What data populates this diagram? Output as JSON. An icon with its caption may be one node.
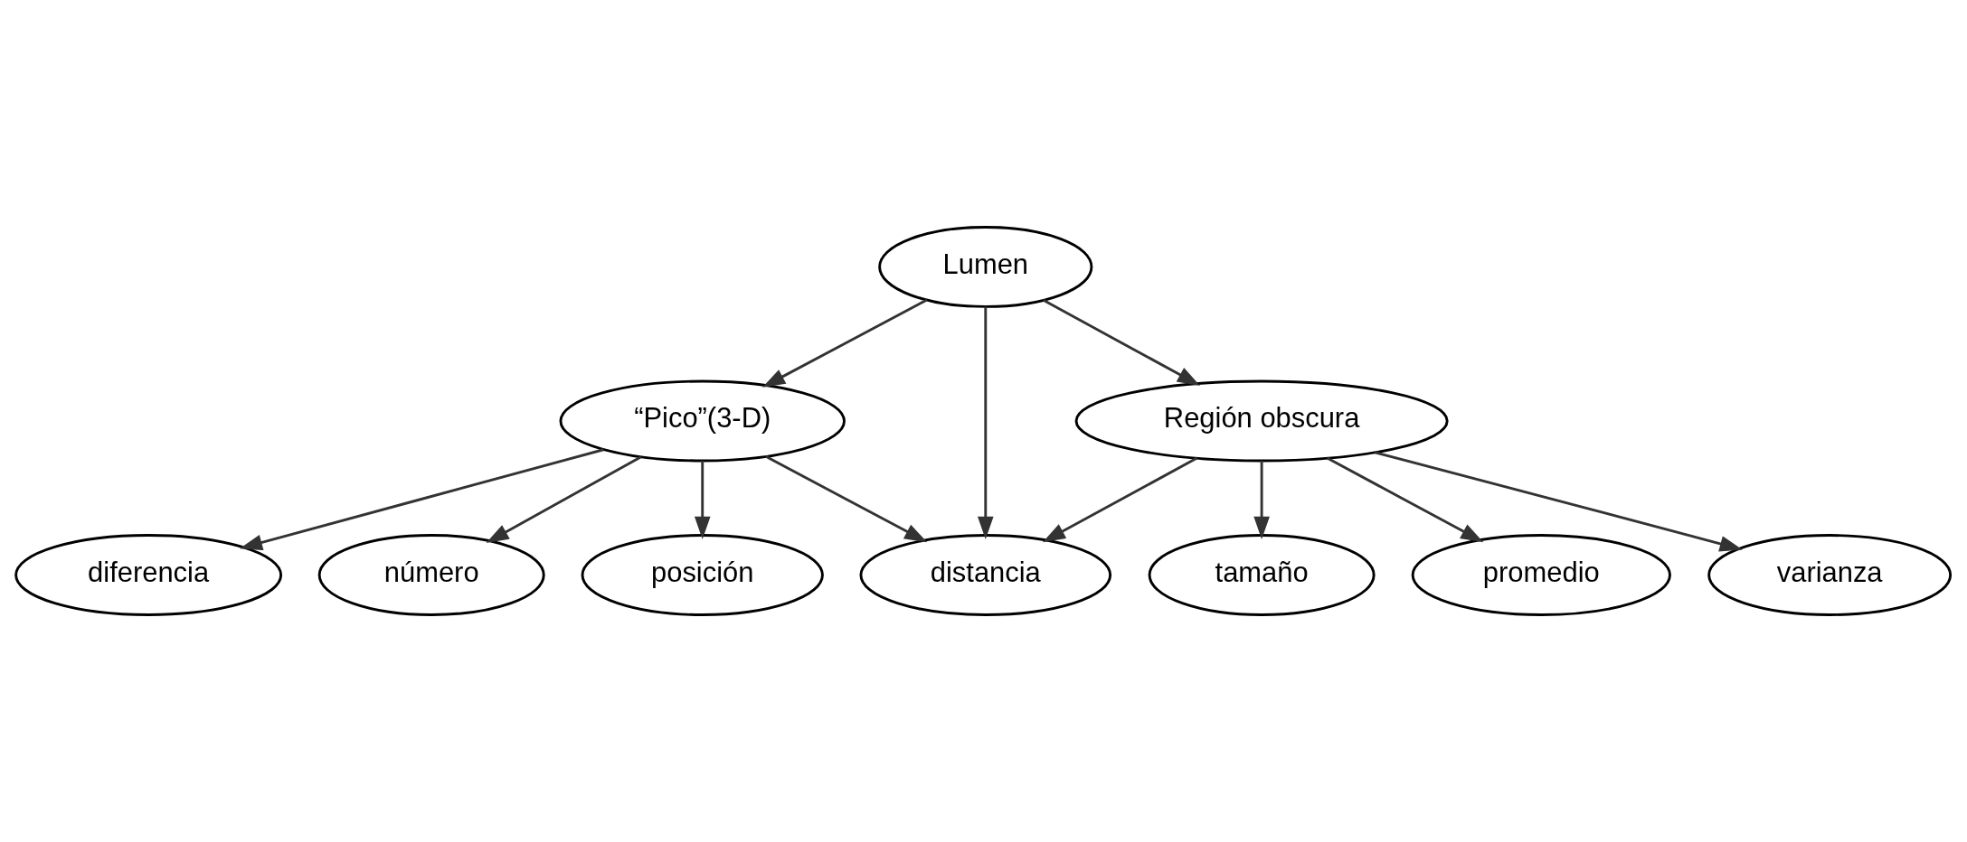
{
  "diagram": {
    "nodes": [
      {
        "text": [
          "Lumen"
        ]
      },
      {
        "text": [
          "Región obscura"
        ]
      },
      {
        "text": [
          "distancia"
        ]
      },
      {
        "text": [
          "“Pico”(3-D)"
        ]
      },
      {
        "text": [
          "promedio"
        ]
      },
      {
        "text": [
          "varianza"
        ]
      },
      {
        "text": [
          "tamaño"
        ]
      },
      {
        "text": [
          "número"
        ]
      },
      {
        "text": [
          "posición"
        ]
      },
      {
        "text": [
          "diferencia"
        ]
      }
    ],
    "edges": [
      {
        "from": 0,
        "to": 1,
        "arrow": "to"
      },
      {
        "from": 0,
        "to": 2,
        "arrow": "to"
      },
      {
        "from": 0,
        "to": 3,
        "arrow": "to"
      },
      {
        "from": 1,
        "to": 2,
        "arrow": "to"
      },
      {
        "from": 3,
        "to": 2,
        "arrow": "to"
      },
      {
        "from": 1,
        "to": 4,
        "arrow": "to"
      },
      {
        "from": 1,
        "to": 5,
        "arrow": "to"
      },
      {
        "from": 1,
        "to": 6,
        "arrow": "to"
      },
      {
        "from": 3,
        "to": 7,
        "arrow": "to"
      },
      {
        "from": 3,
        "to": 8,
        "arrow": "to"
      },
      {
        "from": 3,
        "to": 9,
        "arrow": "to"
      }
    ]
  }
}
